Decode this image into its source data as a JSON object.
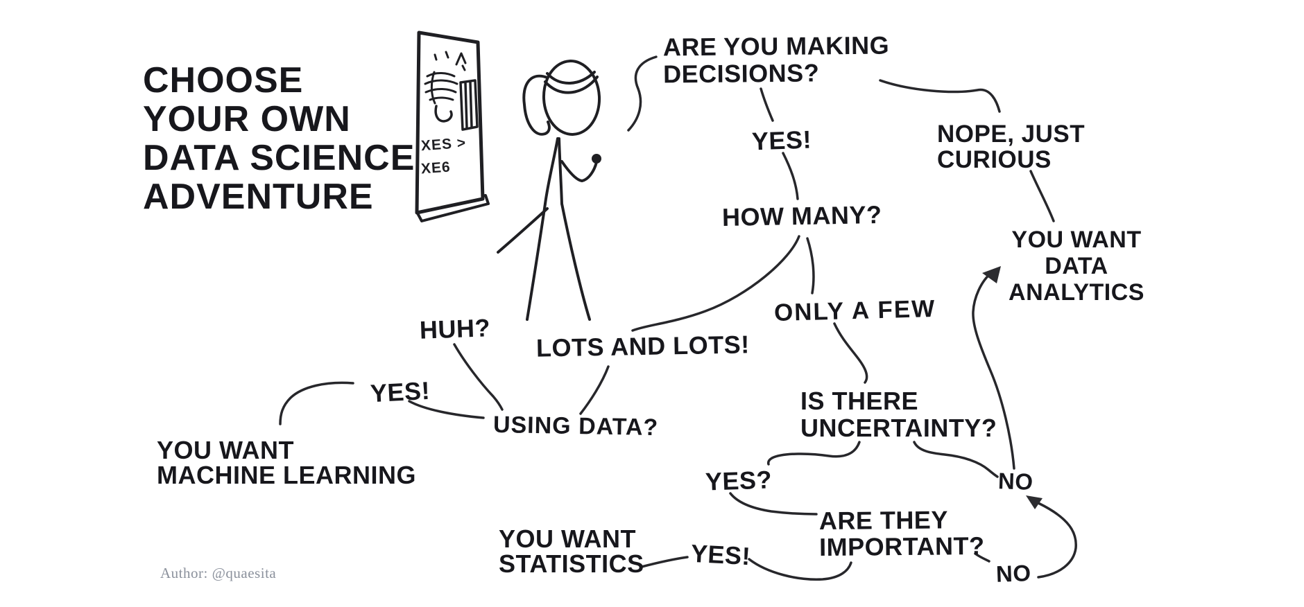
{
  "colors": {
    "ink": "#1f1f23",
    "text": "#17171c",
    "author_text": "#8b919c",
    "background": "#ffffff"
  },
  "title": {
    "line1": "CHOOSE",
    "line2": "YOUR OWN",
    "line3": "DATA SCIENCE",
    "line4": "ADVENTURE"
  },
  "author_credit": "Author: @quaesita",
  "poster": {
    "scribble_line1": "XES >",
    "scribble_line2": "XE6"
  },
  "flowchart": {
    "q_decisions": {
      "line1": "ARE YOU MAKING",
      "line2": "DECISIONS?"
    },
    "a_decisions_yes": "YES!",
    "a_decisions_nope": {
      "line1": "NOPE, JUST",
      "line2": "CURIOUS"
    },
    "q_how_many": "HOW MANY?",
    "a_lots": "LOTS AND LOTS!",
    "a_only_a_few": "ONLY A FEW",
    "q_using_data": "USING DATA?",
    "a_using_huh": "HUH?",
    "a_using_yes": "YES!",
    "q_uncertainty": {
      "line1": "IS THERE",
      "line2": "UNCERTAINTY?"
    },
    "a_uncertainty_yes": "YES?",
    "a_uncertainty_no": "NO",
    "q_important": {
      "line1": "ARE THEY",
      "line2": "IMPORTANT?"
    },
    "a_important_yes": "YES!",
    "a_important_no": "NO",
    "outcome_data_analytics": {
      "line1": "YOU WANT",
      "line2": "DATA",
      "line3": "ANALYTICS"
    },
    "outcome_machine_learning": {
      "line1": "YOU WANT",
      "line2": "MACHINE LEARNING"
    },
    "outcome_statistics": {
      "line1": "YOU WANT",
      "line2": "STATISTICS"
    }
  }
}
